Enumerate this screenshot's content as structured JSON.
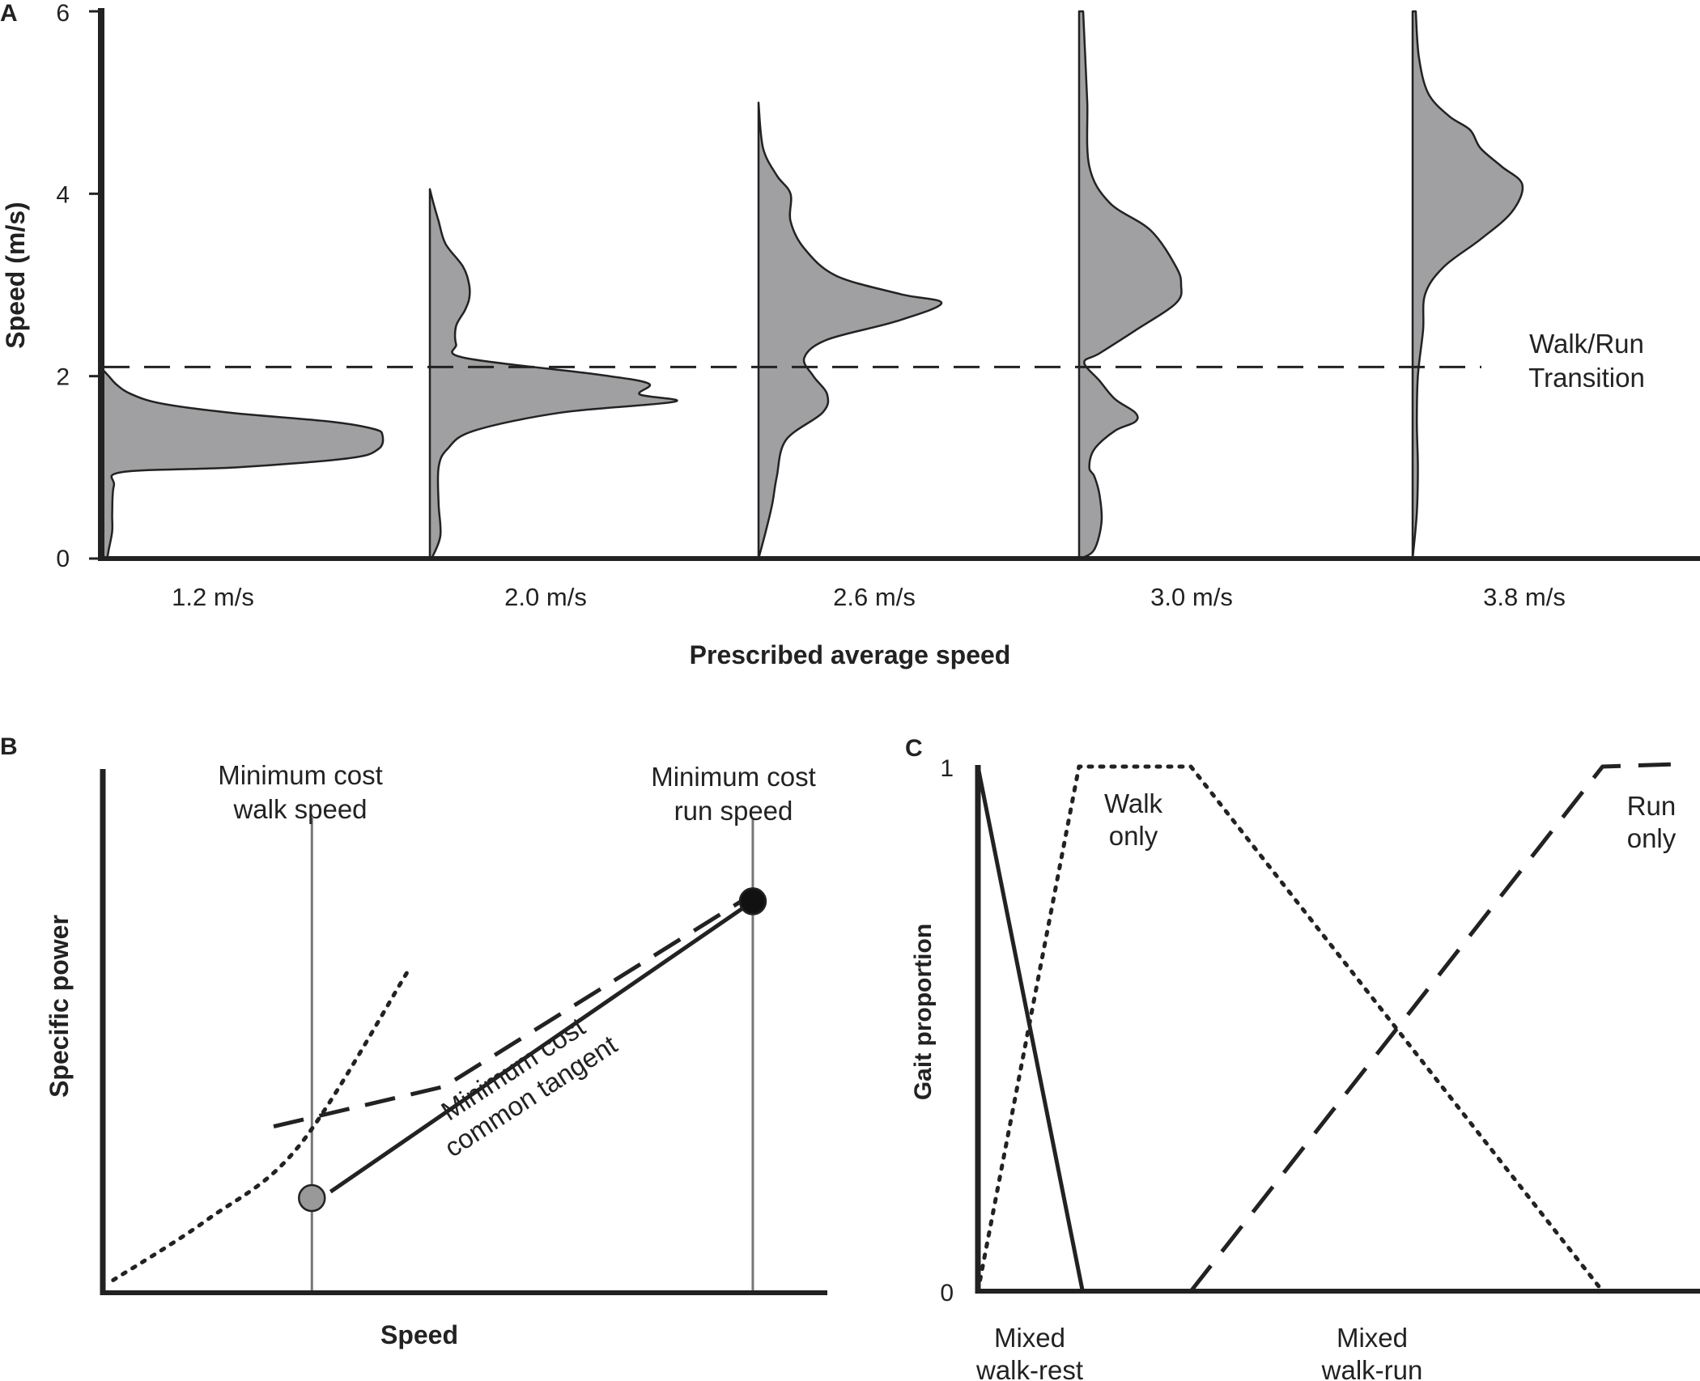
{
  "chart_data": [
    {
      "panel": "A",
      "type": "area",
      "subtype": "half-violin",
      "title": "",
      "xlabel": "Prescribed average speed",
      "ylabel": "Speed (m/s)",
      "ylim": [
        0,
        6
      ],
      "yticks": [
        "0",
        "2",
        "4",
        "6"
      ],
      "categories": [
        "1.2 m/s",
        "2.0 m/s",
        "2.6 m/s",
        "3.0 m/s",
        "3.8 m/s"
      ],
      "reference_line": {
        "value": 2.1,
        "style": "dashed",
        "label_lines": [
          "Walk/Run",
          "Transition"
        ]
      },
      "fill_color": "#a0a0a2",
      "series": [
        {
          "category": "1.2 m/s",
          "profile": [
            [
              0,
              0.06
            ],
            [
              0.1,
              0.08
            ],
            [
              0.3,
              0.12
            ],
            [
              0.5,
              0.12
            ],
            [
              0.8,
              0.14
            ],
            [
              0.95,
              0.25
            ],
            [
              1.0,
              1.6
            ],
            [
              1.1,
              2.9
            ],
            [
              1.2,
              3.25
            ],
            [
              1.35,
              3.3
            ],
            [
              1.42,
              3.2
            ],
            [
              1.5,
              2.7
            ],
            [
              1.6,
              1.5
            ],
            [
              1.7,
              0.7
            ],
            [
              1.8,
              0.35
            ],
            [
              1.9,
              0.18
            ],
            [
              2.0,
              0.08
            ],
            [
              2.06,
              0.02
            ]
          ]
        },
        {
          "category": "2.0 m/s",
          "profile": [
            [
              0,
              0.02
            ],
            [
              0.25,
              0.12
            ],
            [
              0.6,
              0.1
            ],
            [
              1.0,
              0.1
            ],
            [
              1.2,
              0.2
            ],
            [
              1.4,
              0.5
            ],
            [
              1.6,
              1.5
            ],
            [
              1.72,
              2.8
            ],
            [
              1.8,
              2.4
            ],
            [
              1.92,
              2.5
            ],
            [
              2.02,
              1.9
            ],
            [
              2.2,
              0.4
            ],
            [
              2.35,
              0.3
            ],
            [
              2.55,
              0.3
            ],
            [
              2.72,
              0.4
            ],
            [
              2.85,
              0.45
            ],
            [
              3.0,
              0.45
            ],
            [
              3.2,
              0.38
            ],
            [
              3.45,
              0.18
            ],
            [
              3.7,
              0.1
            ],
            [
              3.9,
              0.04
            ],
            [
              4.05,
              0.0
            ]
          ]
        },
        {
          "category": "2.6 m/s",
          "profile": [
            [
              0,
              0.0
            ],
            [
              0.3,
              0.08
            ],
            [
              0.6,
              0.15
            ],
            [
              0.9,
              0.2
            ],
            [
              1.3,
              0.3
            ],
            [
              1.6,
              0.7
            ],
            [
              1.8,
              0.75
            ],
            [
              2.0,
              0.6
            ],
            [
              2.2,
              0.5
            ],
            [
              2.4,
              0.75
            ],
            [
              2.6,
              1.5
            ],
            [
              2.8,
              2.0
            ],
            [
              2.9,
              1.55
            ],
            [
              3.1,
              0.85
            ],
            [
              3.4,
              0.5
            ],
            [
              3.7,
              0.35
            ],
            [
              4.0,
              0.35
            ],
            [
              4.2,
              0.2
            ],
            [
              4.5,
              0.05
            ],
            [
              5.0,
              0.0
            ]
          ]
        },
        {
          "category": "3.0 m/s",
          "profile": [
            [
              0,
              0.02
            ],
            [
              0.1,
              0.15
            ],
            [
              0.4,
              0.22
            ],
            [
              0.7,
              0.2
            ],
            [
              0.9,
              0.15
            ],
            [
              1.0,
              0.1
            ],
            [
              1.2,
              0.15
            ],
            [
              1.4,
              0.35
            ],
            [
              1.5,
              0.55
            ],
            [
              1.6,
              0.55
            ],
            [
              1.75,
              0.35
            ],
            [
              1.95,
              0.2
            ],
            [
              2.15,
              0.05
            ],
            [
              2.25,
              0.2
            ],
            [
              2.5,
              0.55
            ],
            [
              2.8,
              0.95
            ],
            [
              3.0,
              1.0
            ],
            [
              3.2,
              0.95
            ],
            [
              3.6,
              0.7
            ],
            [
              3.9,
              0.3
            ],
            [
              4.3,
              0.1
            ],
            [
              5.0,
              0.08
            ],
            [
              5.5,
              0.06
            ],
            [
              6.0,
              0.04
            ]
          ]
        },
        {
          "category": "3.8 m/s",
          "profile": [
            [
              0,
              0.0
            ],
            [
              0.5,
              0.04
            ],
            [
              1.0,
              0.05
            ],
            [
              1.5,
              0.04
            ],
            [
              2.0,
              0.05
            ],
            [
              2.5,
              0.1
            ],
            [
              2.9,
              0.12
            ],
            [
              3.2,
              0.3
            ],
            [
              3.5,
              0.65
            ],
            [
              3.8,
              0.95
            ],
            [
              4.1,
              1.05
            ],
            [
              4.3,
              0.85
            ],
            [
              4.5,
              0.65
            ],
            [
              4.7,
              0.55
            ],
            [
              4.85,
              0.35
            ],
            [
              5.1,
              0.15
            ],
            [
              5.5,
              0.06
            ],
            [
              6.0,
              0.03
            ]
          ]
        }
      ]
    },
    {
      "panel": "B",
      "type": "line",
      "title": "",
      "xlabel": "Speed",
      "ylabel": "Specific power",
      "annotations": {
        "walk_label_lines": [
          "Minimum cost",
          "walk speed"
        ],
        "run_label_lines": [
          "Minimum cost",
          "run speed"
        ],
        "tangent_label_lines": [
          "Minimum cost",
          "common tangent"
        ]
      },
      "series": [
        {
          "style": "dotted",
          "x": [
            0.1,
            1.0,
            1.9,
            2.95
          ],
          "y": [
            0.3,
            1.72,
            3.5,
            7.65
          ]
        },
        {
          "style": "dashed",
          "x": [
            1.65,
            3.3,
            6.2
          ],
          "y": [
            3.95,
            4.9,
            9.35
          ]
        },
        {
          "style": "solid",
          "x": [
            2.2,
            6.28
          ],
          "y": [
            2.4,
            9.3
          ]
        }
      ],
      "points": [
        {
          "x": 2.02,
          "y": 2.25,
          "color": "#999999"
        },
        {
          "x": 6.28,
          "y": 9.3,
          "color": "#111111"
        }
      ],
      "vlines": [
        2.02,
        6.28
      ],
      "xlim": [
        0,
        7.0
      ],
      "ylim": [
        0,
        12.5
      ]
    },
    {
      "panel": "C",
      "type": "line",
      "title": "",
      "xlabel": "",
      "ylabel": "Gait proportion",
      "yticks": [
        "0",
        "1"
      ],
      "ylim": [
        0,
        1
      ],
      "xlim": [
        0,
        10
      ],
      "region_labels": [
        {
          "lines": [
            "Walk",
            "only"
          ]
        },
        {
          "lines": [
            "Run",
            "only"
          ]
        },
        {
          "lines": [
            "Mixed",
            "walk-rest"
          ]
        },
        {
          "lines": [
            "Mixed",
            "walk-run"
          ]
        }
      ],
      "series": [
        {
          "style": "solid",
          "x": [
            0,
            1.45
          ],
          "y": [
            1,
            0
          ]
        },
        {
          "style": "dotted",
          "x": [
            0,
            1.4,
            2.95,
            8.65
          ],
          "y": [
            0,
            1,
            1,
            0
          ]
        },
        {
          "style": "dashed",
          "x": [
            2.95,
            8.65,
            9.75
          ],
          "y": [
            0,
            1,
            1.005
          ]
        }
      ]
    }
  ]
}
